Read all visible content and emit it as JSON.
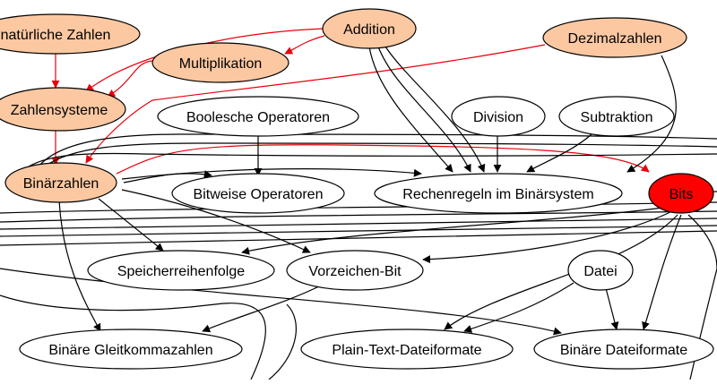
{
  "colors": {
    "peach": "#fcc8a2",
    "white": "#ffffff",
    "highlight": "#ff0000",
    "edge_red": "#e8000b",
    "edge_black": "#000000"
  },
  "nodes": {
    "natuerliche_zahlen": "natürliche Zahlen",
    "addition": "Addition",
    "multiplikation": "Multiplikation",
    "dezimalzahlen": "Dezimalzahlen",
    "zahlensysteme": "Zahlensysteme",
    "boolesche_operatoren": "Boolesche Operatoren",
    "division": "Division",
    "subtraktion": "Subtraktion",
    "binaerzahlen": "Binärzahlen",
    "bitweise_operatoren": "Bitweise Operatoren",
    "rechenregeln": "Rechenregeln im Binärsystem",
    "bits": "Bits",
    "speicherreihenfolge": "Speicherreihenfolge",
    "vorzeichen_bit": "Vorzeichen-Bit",
    "datei": "Datei",
    "binaere_gleitkommazahlen": "Binäre Gleitkommazahlen",
    "plain_text_dateiformate": "Plain-Text-Dateiformate",
    "binaere_dateiformate": "Binäre Dateiformate"
  }
}
